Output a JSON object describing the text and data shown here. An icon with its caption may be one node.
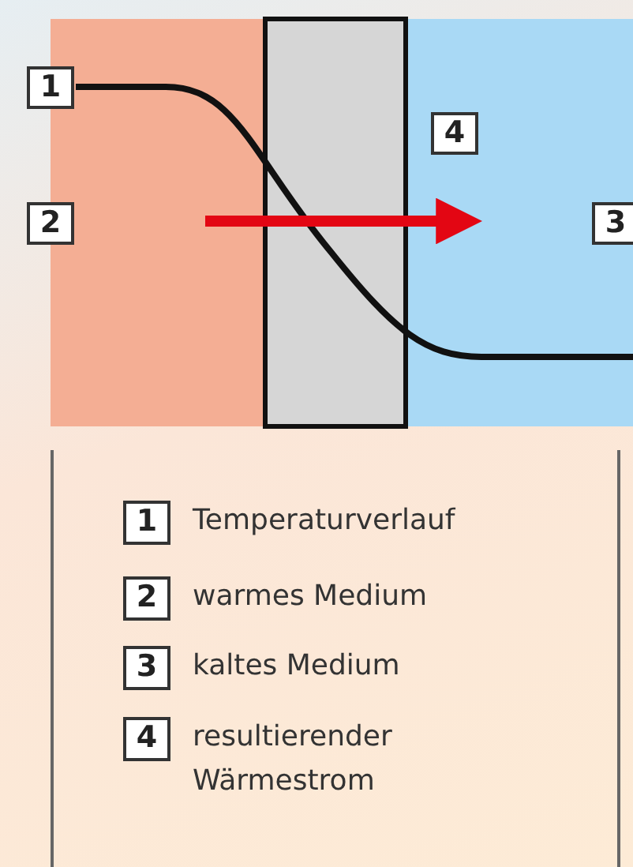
{
  "diagram": {
    "labels": [
      "1",
      "4",
      "2",
      "3",
      "1",
      "Temperaturverlauf",
      "2",
      "warmes Medium",
      "3",
      "kaltes Medium",
      "4",
      "resultierender Wärmestrom"
    ]
  }
}
